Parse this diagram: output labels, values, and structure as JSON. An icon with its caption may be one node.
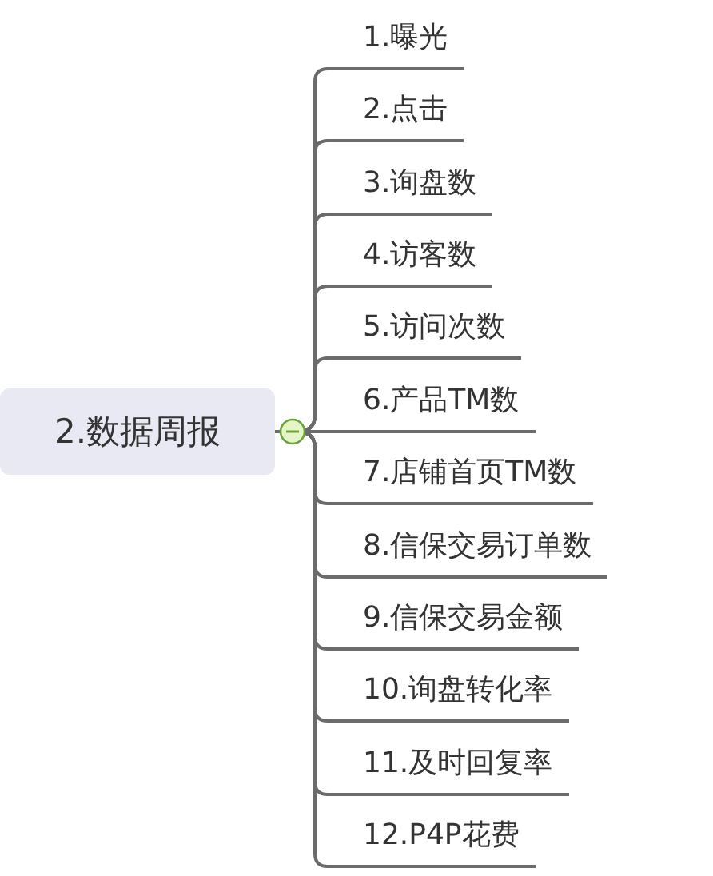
{
  "diagram": {
    "nodes": [
      {
        "text": [
          "2.数据周报"
        ]
      },
      {
        "text": [
          "1.曝光"
        ]
      },
      {
        "text": [
          "2.点击"
        ]
      },
      {
        "text": [
          "3.询盘数"
        ]
      },
      {
        "text": [
          "4.访客数"
        ]
      },
      {
        "text": [
          "5.访问次数"
        ]
      },
      {
        "text": [
          "6.产品TM数"
        ]
      },
      {
        "text": [
          "7.店铺首页TM数"
        ]
      },
      {
        "text": [
          "8.信保交易订单数"
        ]
      },
      {
        "text": [
          "9.信保交易金额"
        ]
      },
      {
        "text": [
          "10.询盘转化率"
        ]
      },
      {
        "text": [
          "11.及时回复率"
        ]
      },
      {
        "text": [
          "12.P4P花费"
        ]
      }
    ],
    "edges": [
      {
        "from": 0,
        "to": 1,
        "arrow": "none"
      },
      {
        "from": 0,
        "to": 2,
        "arrow": "none"
      },
      {
        "from": 0,
        "to": 3,
        "arrow": "none"
      },
      {
        "from": 0,
        "to": 4,
        "arrow": "none"
      },
      {
        "from": 0,
        "to": 5,
        "arrow": "none"
      },
      {
        "from": 0,
        "to": 6,
        "arrow": "none"
      },
      {
        "from": 0,
        "to": 7,
        "arrow": "none"
      },
      {
        "from": 0,
        "to": 8,
        "arrow": "none"
      },
      {
        "from": 0,
        "to": 9,
        "arrow": "none"
      },
      {
        "from": 0,
        "to": 10,
        "arrow": "none"
      },
      {
        "from": 0,
        "to": 11,
        "arrow": "none"
      },
      {
        "from": 0,
        "to": 12,
        "arrow": "none"
      }
    ]
  }
}
